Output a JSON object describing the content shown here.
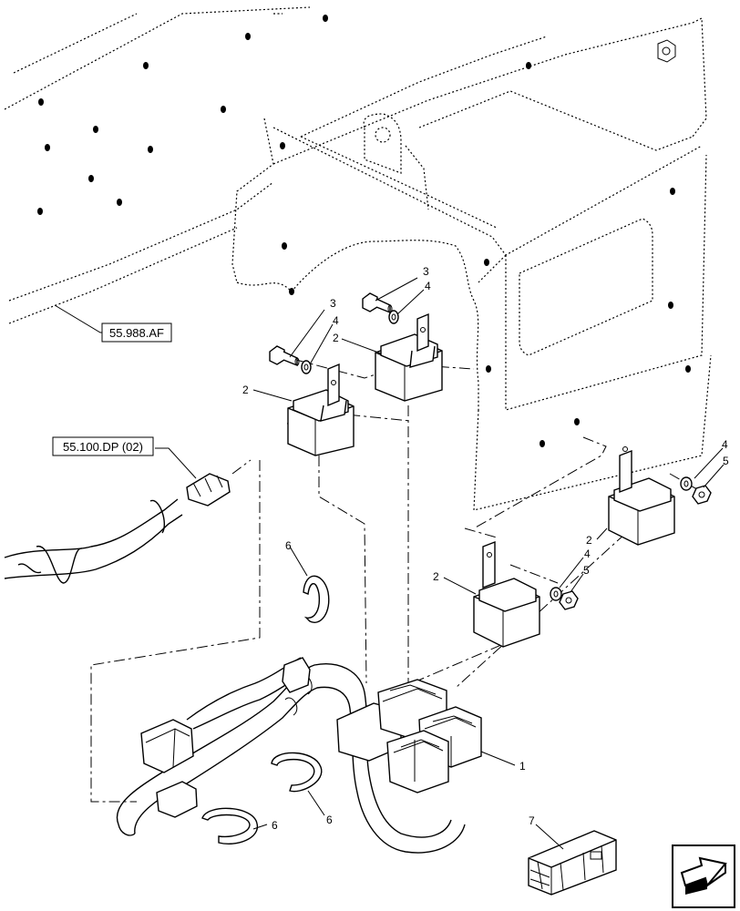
{
  "references": {
    "frame": "55.988.AF",
    "connector": "55.100.DP (02)"
  },
  "callouts": {
    "c1": "1",
    "c2a": "2",
    "c2b": "2",
    "c2c": "2",
    "c2d": "2",
    "c3a": "3",
    "c3b": "3",
    "c4a": "4",
    "c4b": "4",
    "c4c": "4",
    "c4d": "4",
    "c5a": "5",
    "c5b": "5",
    "c6a": "6",
    "c6b": "6",
    "c6c": "6",
    "c7": "7"
  },
  "nav": {
    "icon": "arrow-icon"
  }
}
